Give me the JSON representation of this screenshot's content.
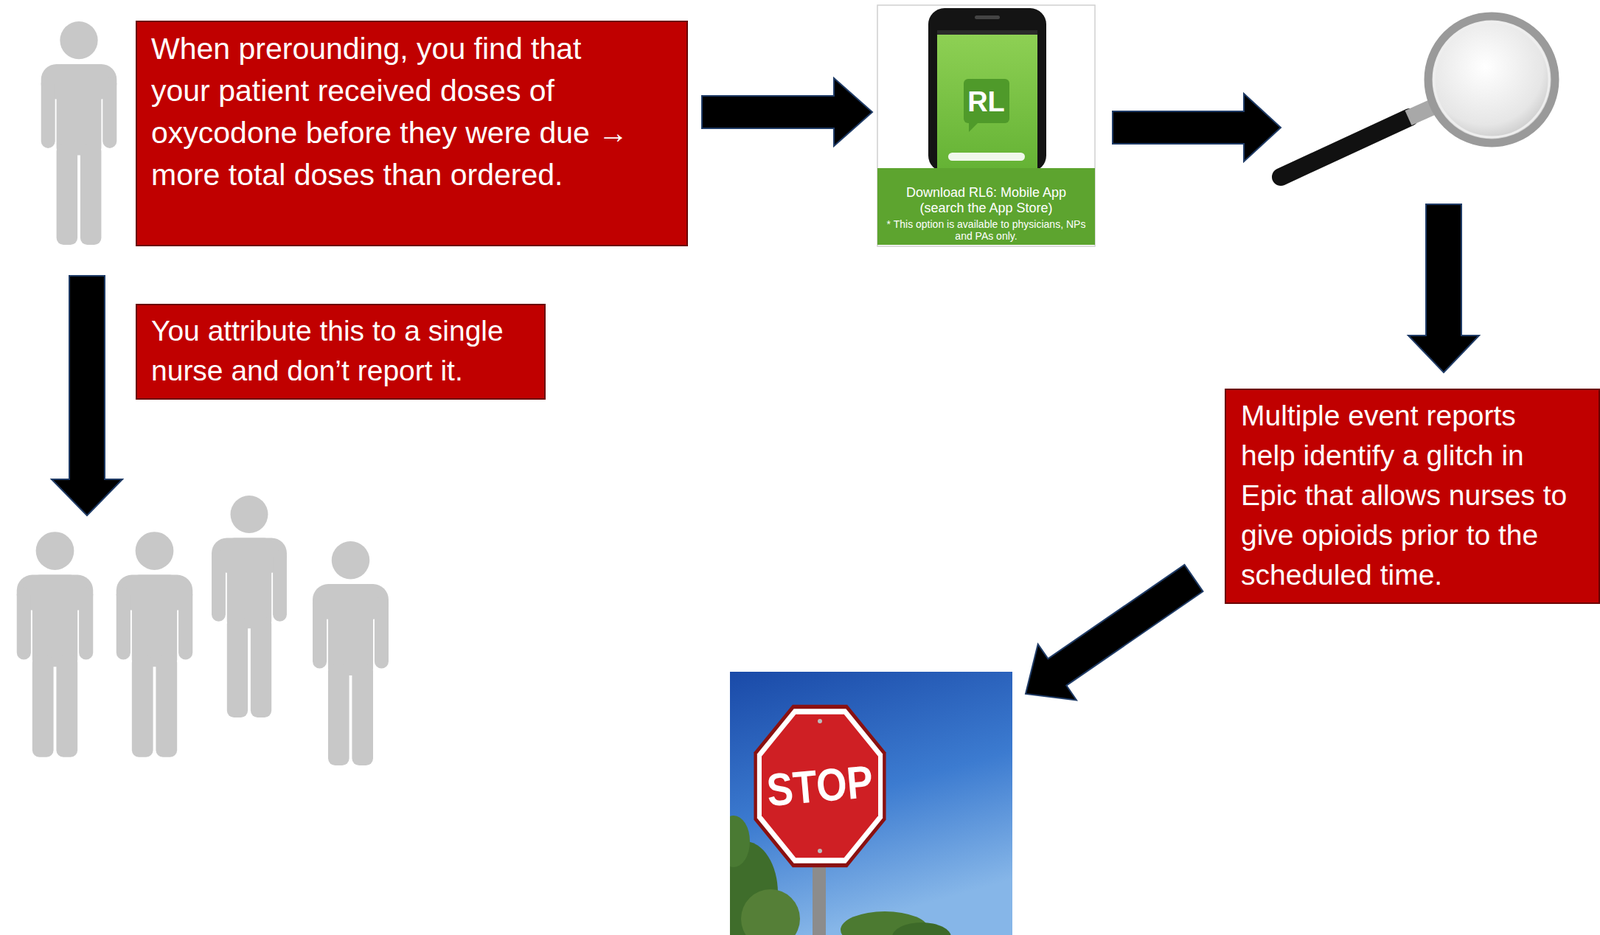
{
  "diagram": {
    "nodes": [
      {
        "text": [
          "When prerounding, you find that your patient received doses of oxycodone before they were due → more total doses than ordered."
        ]
      },
      {
        "text": [
          "You attribute this to a single nurse and don’t report it."
        ]
      },
      {
        "text": [
          "RL",
          "Download RL6: Mobile App (search the App Store)",
          "* This option is available to physicians, NPs and PAs only."
        ]
      },
      {
        "text": [
          "Multiple event reports help identify a glitch in Epic that allows nurses to give opioids prior to the scheduled time."
        ]
      },
      {
        "text": [
          "STOP"
        ]
      }
    ],
    "edges": [
      {
        "from": 0,
        "to": 2,
        "arrow": "to"
      },
      {
        "from": 3,
        "to": 4,
        "arrow": "to"
      }
    ]
  }
}
